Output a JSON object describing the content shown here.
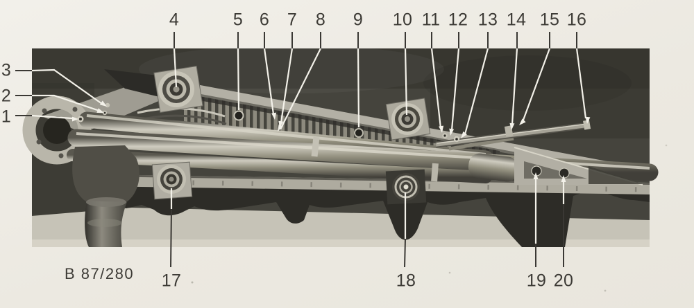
{
  "figure": {
    "kind": "technical-manual-photo-figure",
    "caption": "B 87/280",
    "callouts": [
      {
        "label": "1"
      },
      {
        "label": "2"
      },
      {
        "label": "3"
      },
      {
        "label": "4"
      },
      {
        "label": "5"
      },
      {
        "label": "6"
      },
      {
        "label": "7"
      },
      {
        "label": "8"
      },
      {
        "label": "9"
      },
      {
        "label": "10"
      },
      {
        "label": "11"
      },
      {
        "label": "12"
      },
      {
        "label": "13"
      },
      {
        "label": "14"
      },
      {
        "label": "15"
      },
      {
        "label": "16"
      },
      {
        "label": "17"
      },
      {
        "label": "18"
      },
      {
        "label": "19"
      },
      {
        "label": "20"
      }
    ]
  },
  "colors": {
    "paper": "#ece9e1",
    "photo_background": "#44433c",
    "machinery_light": "#b3b0a5",
    "ground_light": "#c6c3b7",
    "leader_light": "#f3f1e9",
    "leader_dark": "#3a3834",
    "label_text": "#3d3b36"
  }
}
